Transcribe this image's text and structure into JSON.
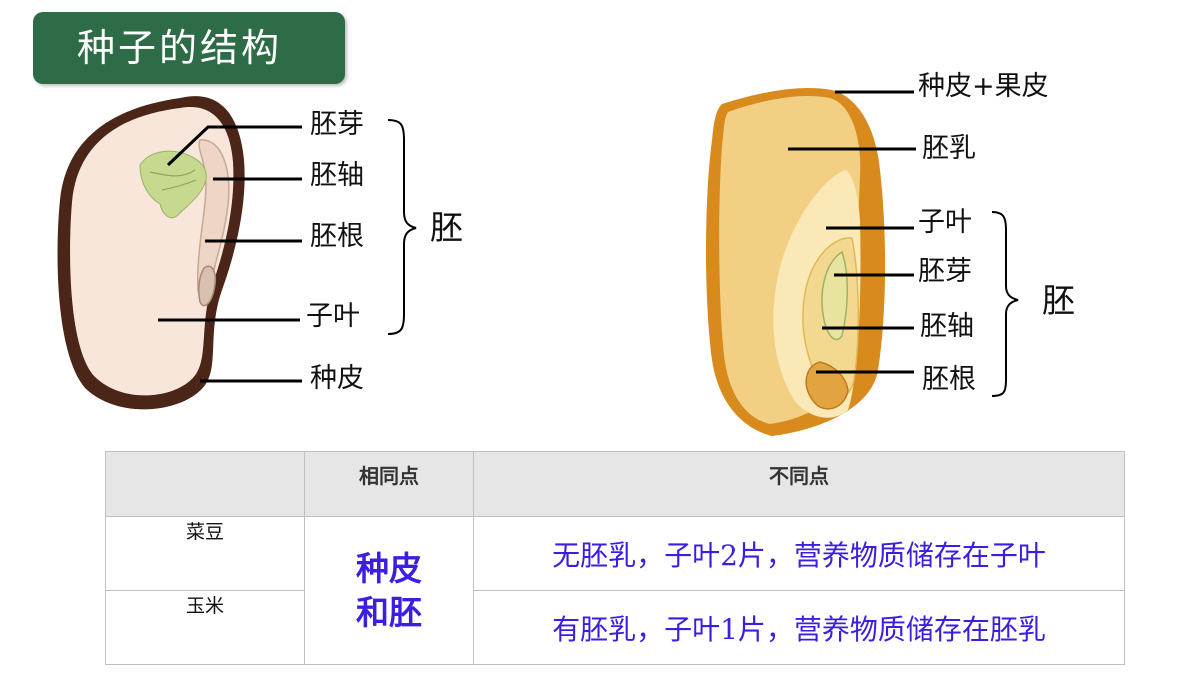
{
  "title": "种子的结构",
  "bean": {
    "labels": {
      "plumule": "胚芽",
      "hypocotyl": "胚轴",
      "radicle": "胚根",
      "cotyledon": "子叶",
      "seed_coat": "种皮"
    },
    "group_label": "胚"
  },
  "corn": {
    "labels": {
      "seed_coat_pericarp": "种皮+果皮",
      "endosperm": "胚乳",
      "cotyledon": "子叶",
      "plumule": "胚芽",
      "hypocotyl": "胚轴",
      "radicle": "胚根"
    },
    "group_label": "胚"
  },
  "table": {
    "headers": [
      "",
      "相同点",
      "不同点"
    ],
    "rows": [
      {
        "name": "菜豆",
        "diff": "无胚乳，子叶2片，营养物质储存在子叶"
      },
      {
        "name": "玉米",
        "diff": "有胚乳，子叶1片，营养物质储存在胚乳"
      }
    ],
    "same_line1": "种皮",
    "same_line2": "和胚"
  },
  "colors": {
    "title_bg": "#2e6b47",
    "highlight_text": "#3b1ee0",
    "bean_coat": "#4a2518",
    "bean_body": "#f8e6da",
    "corn_pericarp": "#d88a1c",
    "corn_endosperm": "#f2cf82",
    "corn_embryo": "#fae9b6"
  }
}
